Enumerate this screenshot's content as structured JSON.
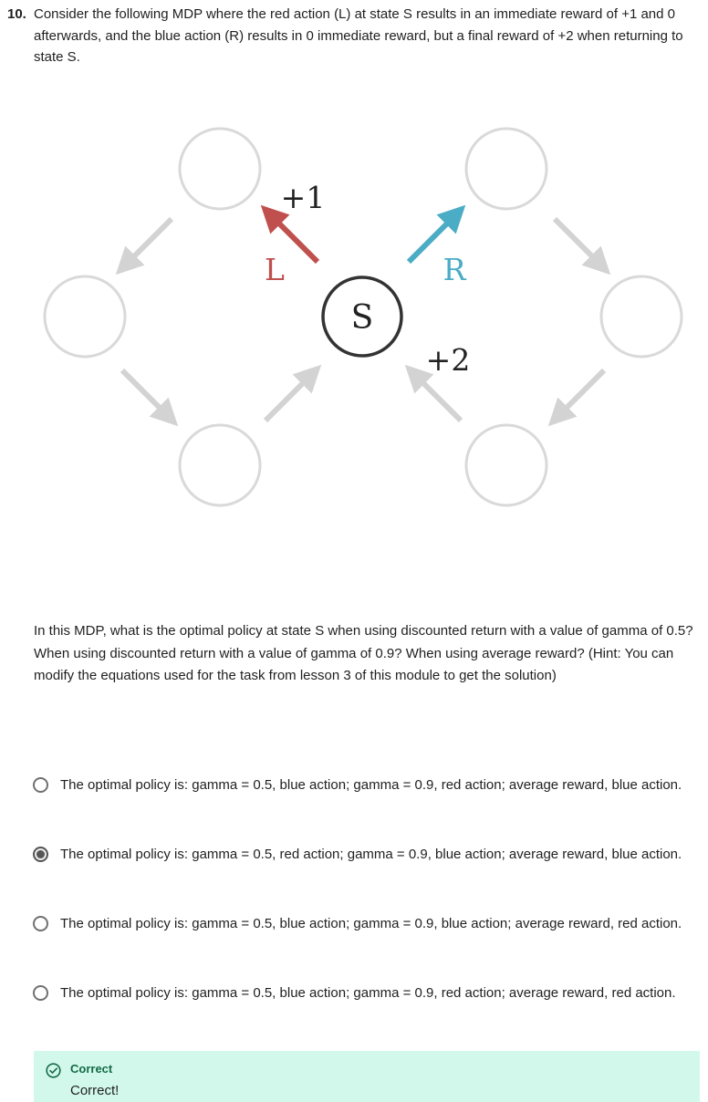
{
  "question": {
    "number": "10.",
    "intro": "Consider the following MDP where the red action (L) at state S results in an immediate reward of +1 and 0 afterwards, and the blue action (R) results in 0 immediate reward, but a final reward of +2 when returning to state S.",
    "body": "In this MDP, what is the optimal policy at state S when using discounted return with a value of gamma of 0.5? When using discounted return with a value of gamma of 0.9? When using average reward? (Hint: You can modify the equations used for the task from lesson 3 of this module to get the solution)"
  },
  "diagram": {
    "center_state": "S",
    "left_action": "L",
    "right_action": "R",
    "left_reward": "+1",
    "right_reward": "+2",
    "colors": {
      "red_action": "#c0504d",
      "blue_action": "#4bacc6",
      "grey_state": "#d9d9d9",
      "center_state": "#333333"
    }
  },
  "options": [
    {
      "label": "The optimal policy is: gamma = 0.5, blue action; gamma = 0.9, red action; average reward, blue action.",
      "selected": false
    },
    {
      "label": "The optimal policy is: gamma = 0.5, red action; gamma = 0.9, blue action; average reward, blue action.",
      "selected": true
    },
    {
      "label": "The optimal policy is: gamma = 0.5, blue action; gamma = 0.9, blue action; average reward, red action.",
      "selected": false
    },
    {
      "label": "The optimal policy is: gamma = 0.5, blue action; gamma = 0.9, red action; average reward, red action.",
      "selected": false
    }
  ],
  "feedback": {
    "icon": "check-circle-icon",
    "title": "Correct",
    "text": "Correct!",
    "background": "#d2f8ec",
    "title_color": "#146b45"
  }
}
